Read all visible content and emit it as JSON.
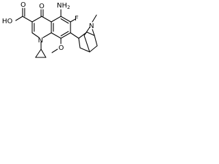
{
  "molecule": {
    "atoms": {
      "carboxyl_oh": "HO",
      "carbonyl_o": "O",
      "amine": "NH2",
      "ketone_o": "O",
      "fluoro": "F",
      "ring_n": "N",
      "methoxy_o": "O",
      "bicyclic_n": "N"
    }
  }
}
